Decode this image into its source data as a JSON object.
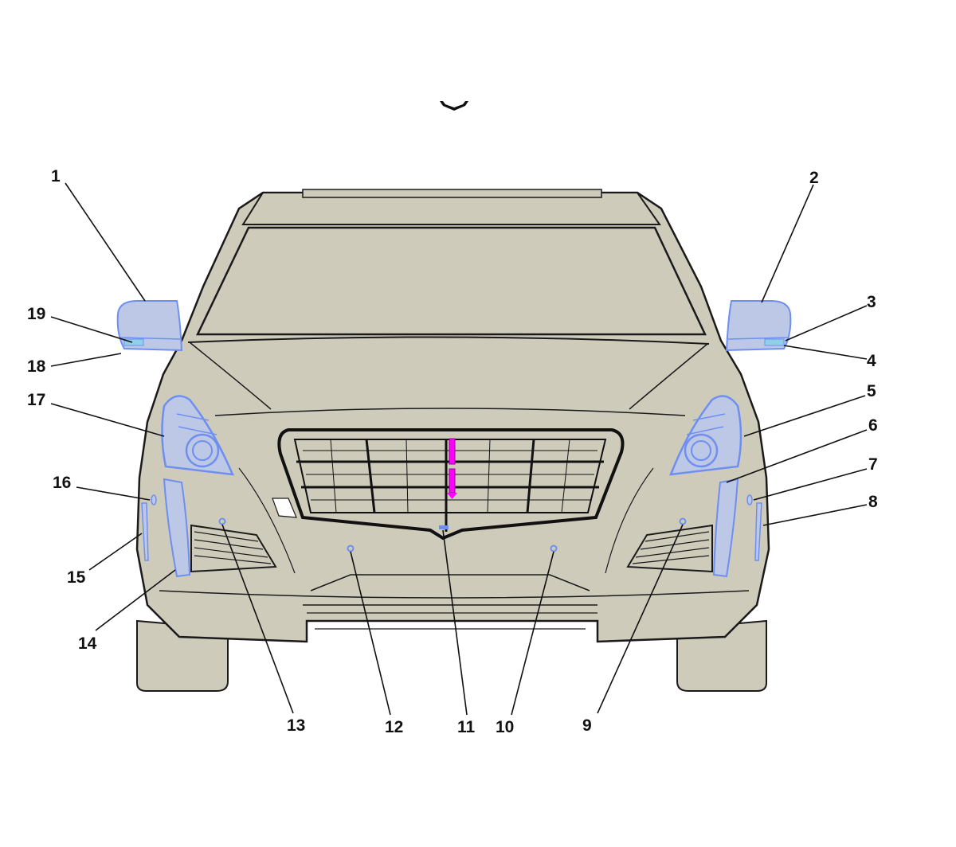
{
  "colors": {
    "body": "#cfcbbb",
    "outline": "#1a1a1a",
    "highlight": "#6f8ff0",
    "highlight_fill": "#bcc8e6",
    "magenta": "#ff00ff",
    "background": "#ffffff"
  },
  "icons": [
    "view-direction-arrow-icon"
  ],
  "callouts": [
    "1",
    "2",
    "3",
    "4",
    "5",
    "6",
    "7",
    "8",
    "9",
    "10",
    "11",
    "12",
    "13",
    "14",
    "15",
    "16",
    "17",
    "18",
    "19"
  ]
}
